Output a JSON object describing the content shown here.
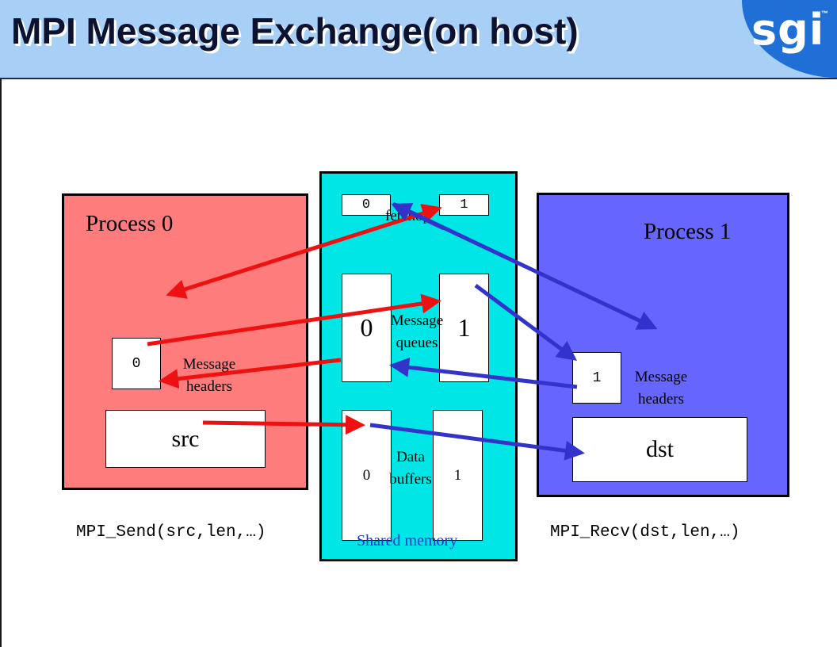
{
  "header": {
    "title": "MPI Message Exchange(on host)",
    "logo_text": "sgi",
    "logo_tm": "™"
  },
  "process0": {
    "label": "Process 0",
    "header_slot": "0",
    "message_headers_line1": "Message",
    "message_headers_line2": "headers",
    "buffer_label": "src",
    "call": "MPI_Send(src,len,…)"
  },
  "process1": {
    "label": "Process 1",
    "header_slot": "1",
    "message_headers_line1": "Message",
    "message_headers_line2": "headers",
    "buffer_label": "dst",
    "call": "MPI_Recv(dst,len,…)"
  },
  "shared_memory": {
    "label": "Shared memory",
    "fetchop_slot0": "0",
    "fetchop_slot1": "1",
    "fetchop_label": "fetchop",
    "queue0": "0",
    "queue1": "1",
    "queues_line1": "Message",
    "queues_line2": "queues",
    "buffer0": "0",
    "buffer1": "1",
    "buffers_line1": "Data",
    "buffers_line2": "buffers"
  },
  "colors": {
    "header_bg": "#a8cff5",
    "logo_bg": "#1f6fd6",
    "process0_bg": "#ff7c7c",
    "process1_bg": "#6666ff",
    "shared_bg": "#00e5e5",
    "send_arrow": "#ee1111",
    "recv_arrow": "#3333cc",
    "shared_label": "#2233cc"
  }
}
